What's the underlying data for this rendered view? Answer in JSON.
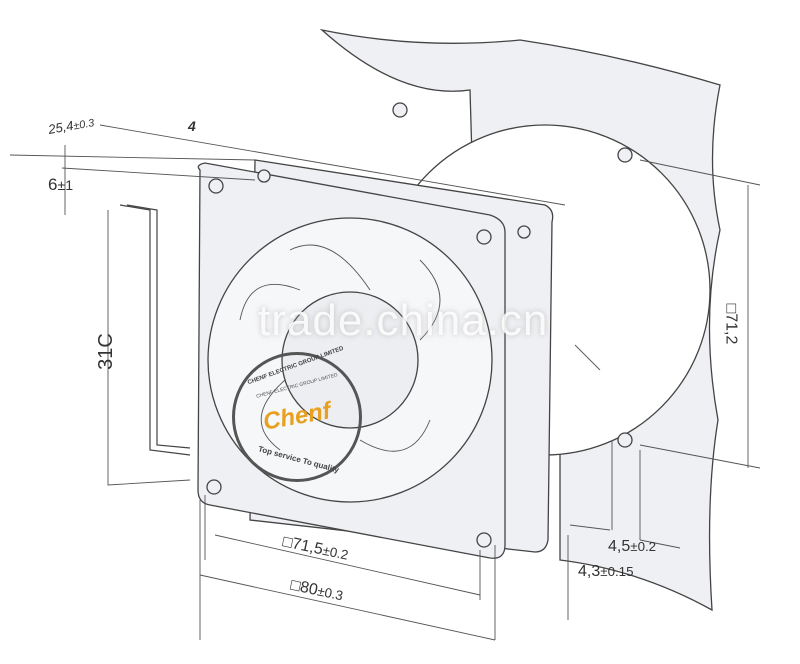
{
  "dimensions": {
    "depth": "25,4",
    "depth_tol": "±0.3",
    "flange": "4",
    "lead_offset": "6",
    "lead_offset_tol": "±1",
    "lead_length": "31C",
    "panel_hole_spacing": "□71,2",
    "hole_dia": "4,5",
    "hole_dia_tol": "±0.2",
    "flange_thickness": "4,3",
    "flange_thickness_tol": "±0.15",
    "hole_spacing": "□71,5",
    "hole_spacing_tol": "±0.2",
    "frame_size": "□80",
    "frame_size_tol": "±0.3"
  },
  "stamp": {
    "brand": "Chenf",
    "outer_text": "CHENF ELECTRIC GROUP LIMITED",
    "inner_text": "CHENF ELECTRIC GROUP LIMITED",
    "slogan": "Top service To quality",
    "color": "#e8a020"
  },
  "watermark": "trade.china.cn"
}
